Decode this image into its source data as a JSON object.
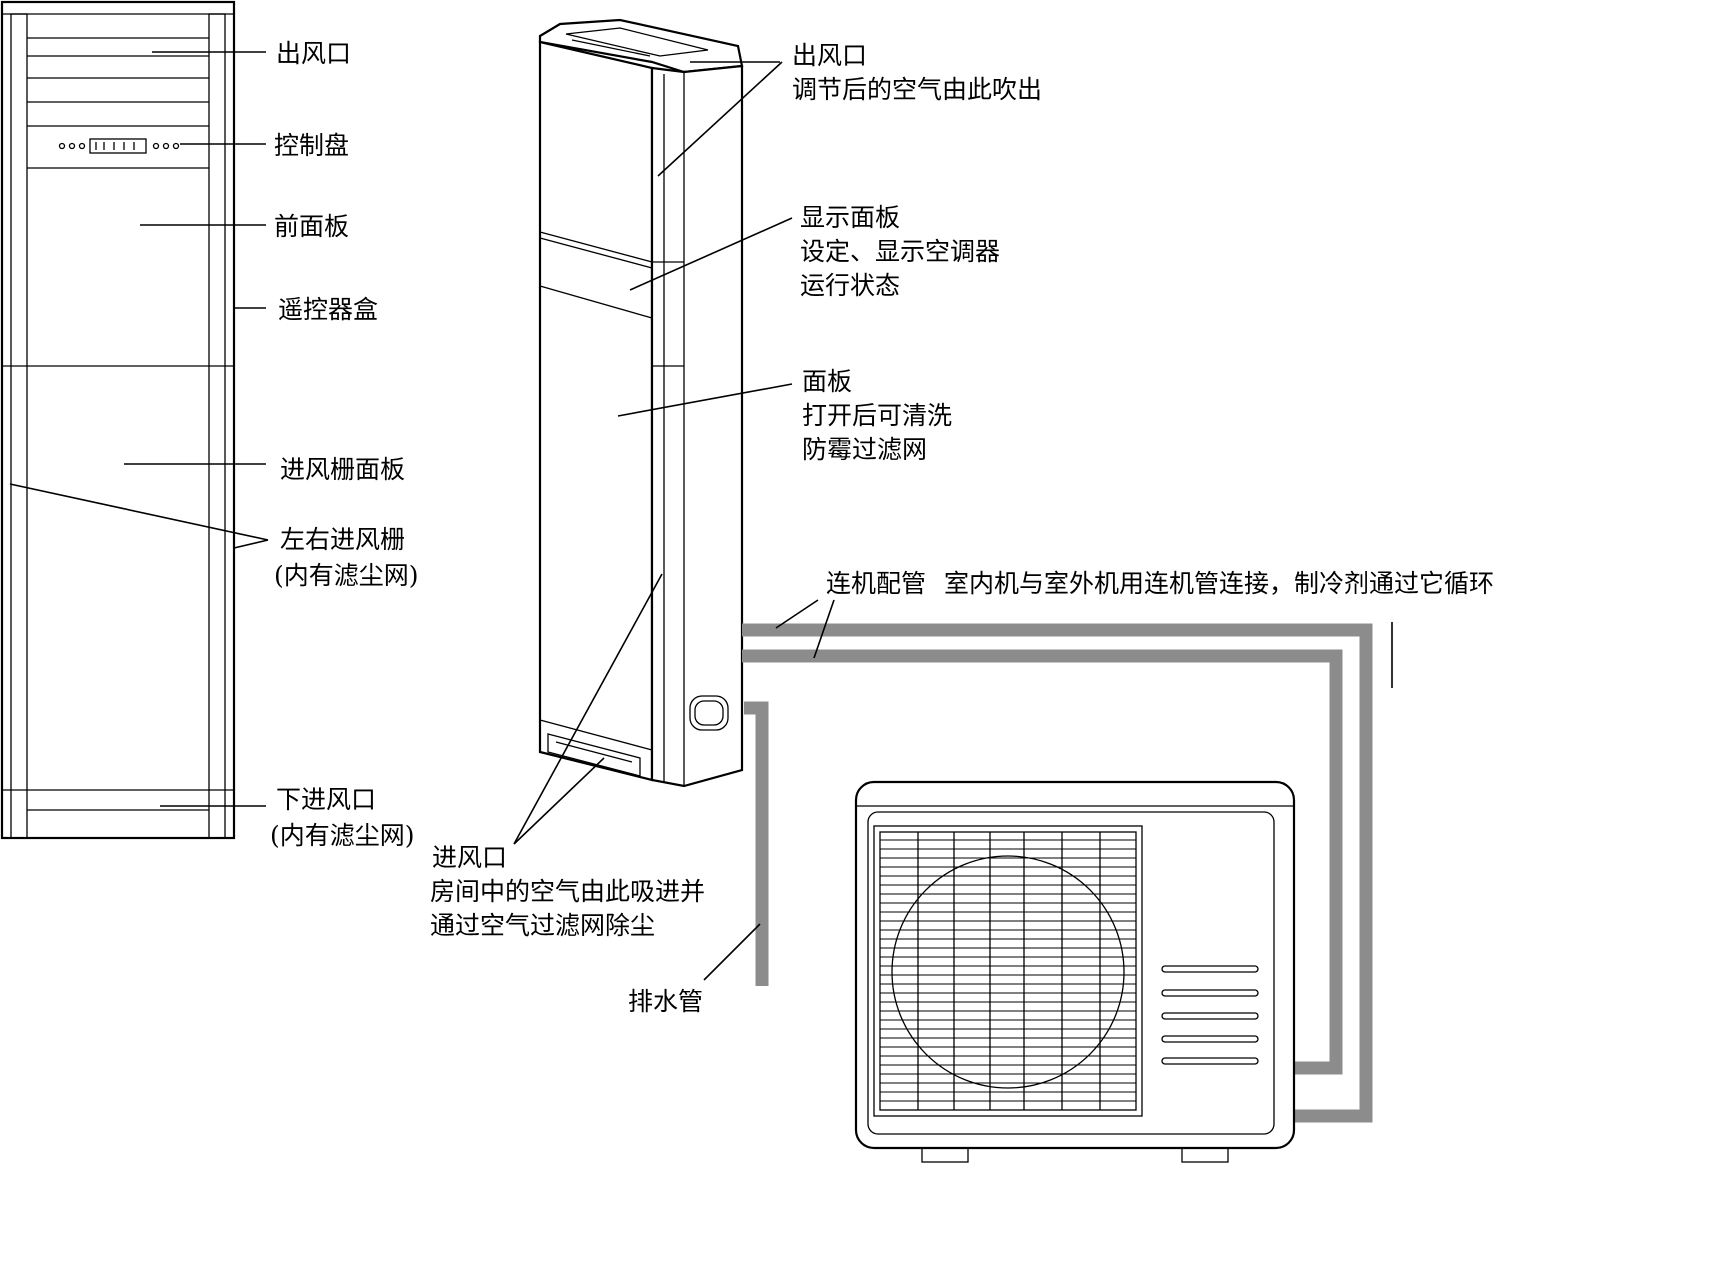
{
  "labels": {
    "left_unit": {
      "outlet": "出风口",
      "control_panel": "控制盘",
      "front_panel": "前面板",
      "remote_box": "遥控器盒",
      "inlet_grille_panel": "进风栅面板",
      "side_grille": "左右进风栅",
      "side_grille_note": "(内有滤尘网)",
      "lower_inlet": "下进风口",
      "lower_inlet_note": "(内有滤尘网)"
    },
    "indoor_unit": {
      "outlet_title": "出风口",
      "outlet_desc": "调节后的空气由此吹出",
      "display_title": "显示面板",
      "display_desc_1": "设定、显示空调器",
      "display_desc_2": "运行状态",
      "panel_title": "面板",
      "panel_desc_1": "打开后可清洗",
      "panel_desc_2": "防霉过滤网",
      "inlet_title": "进风口",
      "inlet_desc_1": "房间中的空气由此吸进并",
      "inlet_desc_2": "通过空气过滤网除尘"
    },
    "piping": {
      "connect_title": "连机配管",
      "connect_desc": "室内机与室外机用连机管连接，制冷剂通过它循环",
      "drain": "排水管"
    }
  },
  "colors": {
    "line": "#000000",
    "pipe": "#8c8c8c",
    "background": "#ffffff"
  }
}
